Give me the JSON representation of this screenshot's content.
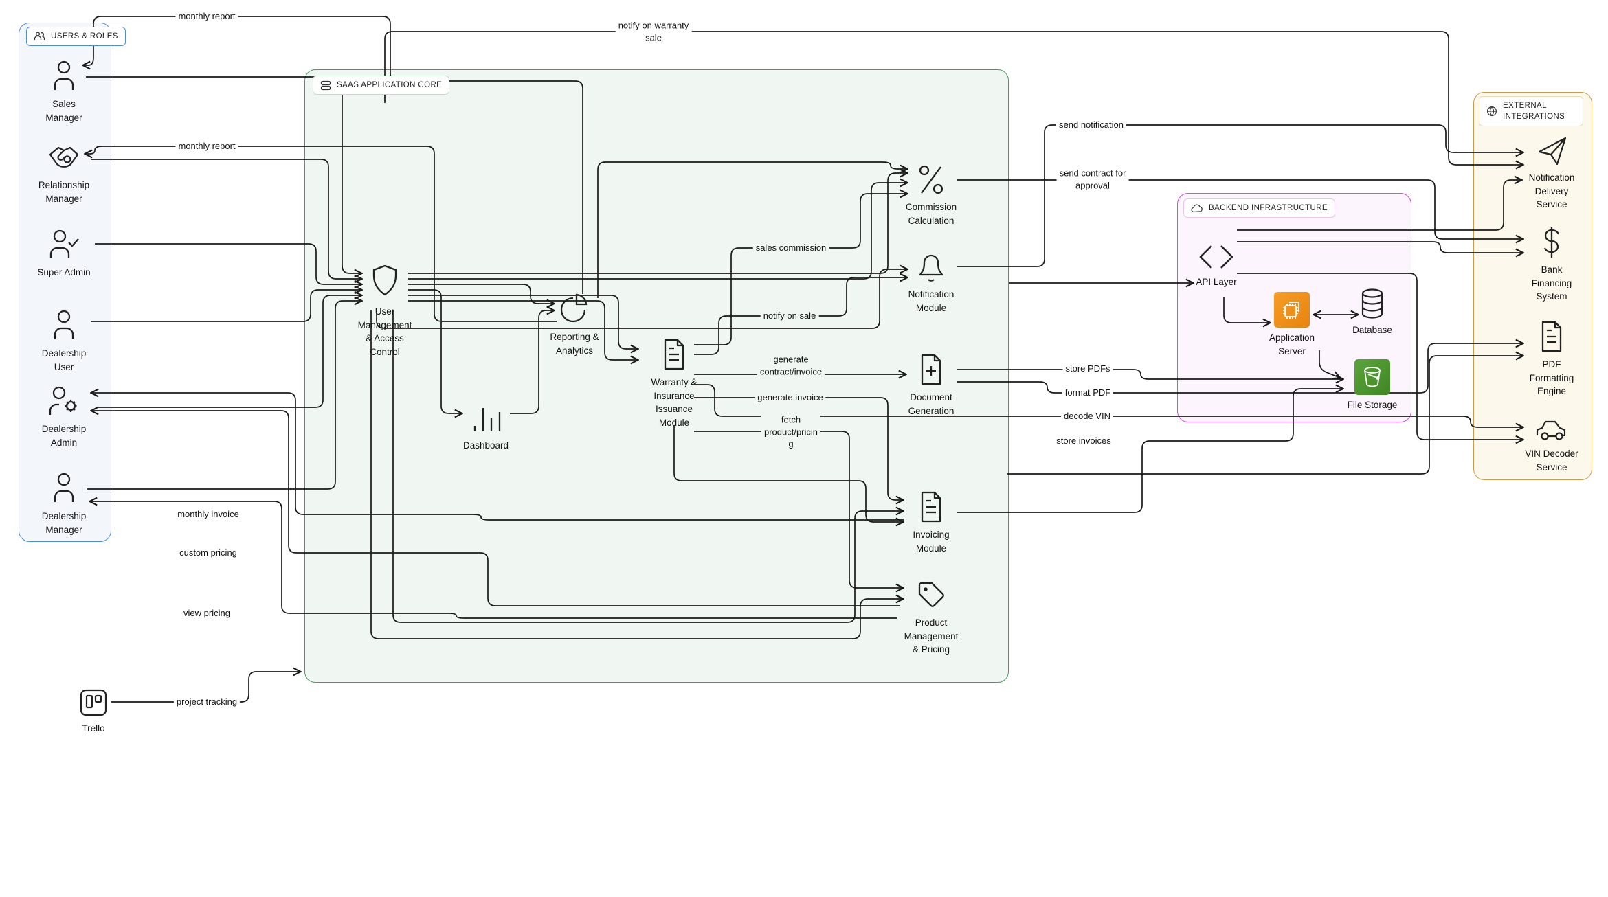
{
  "groups": {
    "users_roles": {
      "label": "USERS & ROLES",
      "icon": "users-icon"
    },
    "saas_core": {
      "label": "SAAS APPLICATION CORE",
      "icon": "server-stack-icon"
    },
    "backend": {
      "label": "BACKEND INFRASTRUCTURE",
      "icon": "cloud-icon"
    },
    "external": {
      "label": "EXTERNAL\nINTEGRATIONS",
      "icon": "globe-icon"
    }
  },
  "nodes": {
    "sales_manager": {
      "label": "Sales\nManager",
      "icon": "person-icon"
    },
    "relationship_manager": {
      "label": "Relationship\nManager",
      "icon": "handshake-icon"
    },
    "super_admin": {
      "label": "Super Admin",
      "icon": "person-check-icon"
    },
    "dealership_user": {
      "label": "Dealership\nUser",
      "icon": "person-icon"
    },
    "dealership_admin": {
      "label": "Dealership\nAdmin",
      "icon": "person-gear-icon"
    },
    "dealership_manager": {
      "label": "Dealership\nManager",
      "icon": "person-icon"
    },
    "trello": {
      "label": "Trello",
      "icon": "trello-icon"
    },
    "user_mgmt": {
      "label": "User\nManagement\n& Access\nControl",
      "icon": "shield-icon"
    },
    "reporting": {
      "label": "Reporting &\nAnalytics",
      "icon": "pie-chart-icon"
    },
    "dashboard": {
      "label": "Dashboard",
      "icon": "bar-chart-icon"
    },
    "warranty": {
      "label": "Warranty &\nInsurance\nIssuance\nModule",
      "icon": "document-icon"
    },
    "commission": {
      "label": "Commission\nCalculation",
      "icon": "percent-icon"
    },
    "notification": {
      "label": "Notification\nModule",
      "icon": "bell-icon"
    },
    "document_gen": {
      "label": "Document\nGeneration",
      "icon": "document-plus-icon"
    },
    "invoicing": {
      "label": "Invoicing\nModule",
      "icon": "document-icon"
    },
    "product_mgmt": {
      "label": "Product\nManagement\n& Pricing",
      "icon": "price-tag-icon"
    },
    "api_layer": {
      "label": "API Layer",
      "icon": "code-brackets-icon"
    },
    "app_server": {
      "label": "Application\nServer",
      "icon": "chip-icon"
    },
    "database": {
      "label": "Database",
      "icon": "database-icon"
    },
    "file_storage": {
      "label": "File Storage",
      "icon": "bucket-icon"
    },
    "notif_delivery": {
      "label": "Notification\nDelivery\nService",
      "icon": "paper-plane-icon"
    },
    "bank": {
      "label": "Bank\nFinancing\nSystem",
      "icon": "dollar-icon"
    },
    "pdf_engine": {
      "label": "PDF\nFormatting\nEngine",
      "icon": "document-icon"
    },
    "vin_decoder": {
      "label": "VIN Decoder\nService",
      "icon": "car-icon"
    }
  },
  "edge_labels": {
    "monthly_report_1": "monthly report",
    "notify_warranty": "notify on warranty\nsale",
    "monthly_report_2": "monthly report",
    "sales_commission": "sales commission",
    "notify_on_sale": "notify on sale",
    "generate_contract": "generate\ncontract/invoice",
    "generate_invoice": "generate invoice",
    "fetch_product": "fetch\nproduct/pricin\ng",
    "monthly_invoice": "monthly invoice",
    "custom_pricing": "custom pricing",
    "view_pricing": "view pricing",
    "project_tracking": "project tracking",
    "send_notification": "send notification",
    "send_contract": "send contract for\napproval",
    "store_pdfs": "store PDFs",
    "format_pdf": "format PDF",
    "decode_vin": "decode VIN",
    "store_invoices": "store invoices"
  },
  "colors": {
    "line": "#1a1a1a",
    "users_border": "#4a8ddc",
    "users_bg": "#f3f6fb",
    "saas_border": "#41a05e",
    "saas_bg": "#f0f7f2",
    "backend_border": "#cc4fd4",
    "backend_bg": "#fdf5fe",
    "external_border": "#cd9a45",
    "external_bg": "#fcf8ec",
    "app_server": "#e8830f",
    "file_storage": "#3f8624"
  }
}
